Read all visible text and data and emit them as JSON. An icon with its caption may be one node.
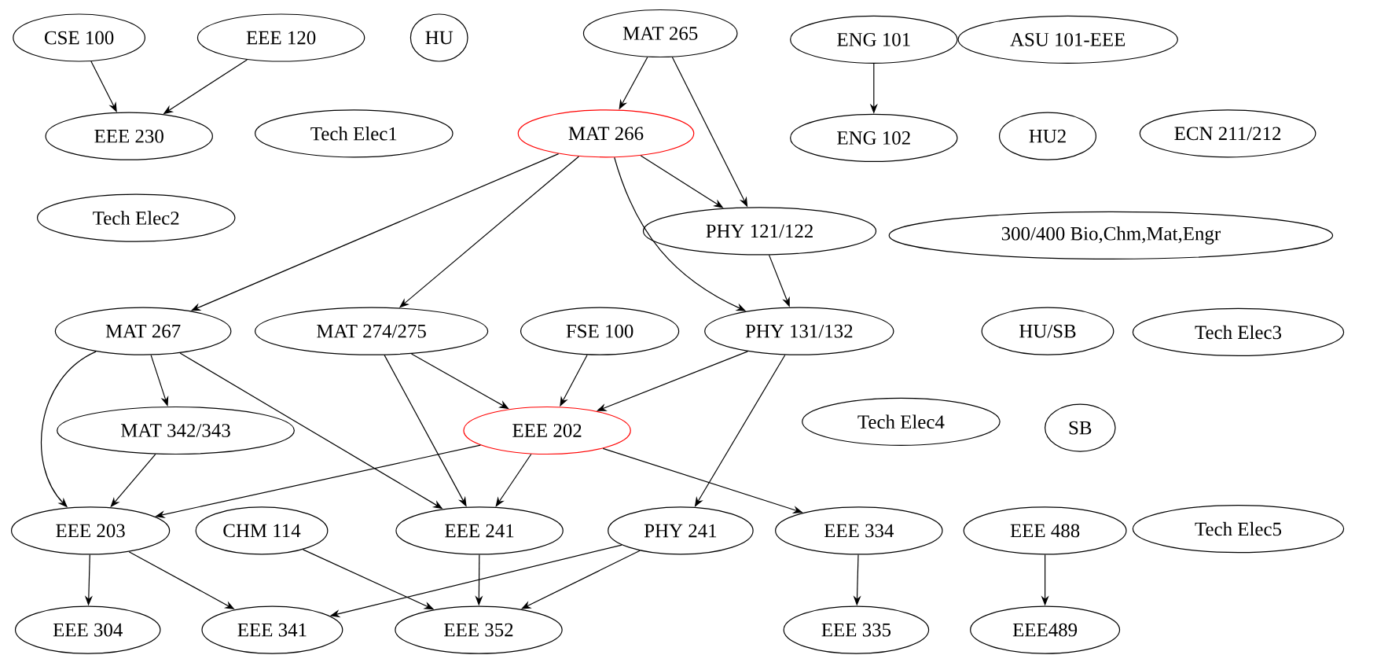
{
  "diagram": {
    "nodes": [
      {
        "text": [
          "CSE 100"
        ]
      },
      {
        "text": [
          "EEE 120"
        ]
      },
      {
        "text": [
          "HU"
        ]
      },
      {
        "text": [
          "MAT 265"
        ]
      },
      {
        "text": [
          "ENG 101"
        ]
      },
      {
        "text": [
          "ASU 101-EEE"
        ]
      },
      {
        "text": [
          "EEE 230"
        ]
      },
      {
        "text": [
          "Tech Elec1"
        ]
      },
      {
        "text": [
          "MAT 266"
        ]
      },
      {
        "text": [
          "ENG 102"
        ]
      },
      {
        "text": [
          "HU2"
        ]
      },
      {
        "text": [
          "ECN 211/212"
        ]
      },
      {
        "text": [
          "Tech Elec2"
        ]
      },
      {
        "text": [
          "PHY 121/122"
        ]
      },
      {
        "text": [
          "300/400 Bio,Chm,Mat,Engr"
        ]
      },
      {
        "text": [
          "MAT 267"
        ]
      },
      {
        "text": [
          "MAT 274/275"
        ]
      },
      {
        "text": [
          "FSE 100"
        ]
      },
      {
        "text": [
          "PHY 131/132"
        ]
      },
      {
        "text": [
          "HU/SB"
        ]
      },
      {
        "text": [
          "Tech Elec3"
        ]
      },
      {
        "text": [
          "MAT 342/343"
        ]
      },
      {
        "text": [
          "EEE 202"
        ]
      },
      {
        "text": [
          "Tech Elec4"
        ]
      },
      {
        "text": [
          "SB"
        ]
      },
      {
        "text": [
          "EEE 203"
        ]
      },
      {
        "text": [
          "CHM 114"
        ]
      },
      {
        "text": [
          "EEE 241"
        ]
      },
      {
        "text": [
          "PHY 241"
        ]
      },
      {
        "text": [
          "EEE 334"
        ]
      },
      {
        "text": [
          "EEE 488"
        ]
      },
      {
        "text": [
          "Tech Elec5"
        ]
      },
      {
        "text": [
          "EEE 304"
        ]
      },
      {
        "text": [
          "EEE 341"
        ]
      },
      {
        "text": [
          "EEE 352"
        ]
      },
      {
        "text": [
          "EEE 335"
        ]
      },
      {
        "text": [
          "EEE489"
        ]
      }
    ],
    "edges": [
      {
        "from": 0,
        "to": 6,
        "arrow": "to"
      },
      {
        "from": 1,
        "to": 6,
        "arrow": "to"
      },
      {
        "from": 3,
        "to": 8,
        "arrow": "to"
      },
      {
        "from": 3,
        "to": 13,
        "arrow": "to"
      },
      {
        "from": 4,
        "to": 9,
        "arrow": "to"
      },
      {
        "from": 8,
        "to": 13,
        "arrow": "to"
      },
      {
        "from": 8,
        "to": 15,
        "arrow": "to"
      },
      {
        "from": 8,
        "to": 16,
        "arrow": "to"
      },
      {
        "from": 8,
        "to": 18,
        "arrow": "to"
      },
      {
        "from": 13,
        "to": 18,
        "arrow": "to"
      },
      {
        "from": 15,
        "to": 21,
        "arrow": "to"
      },
      {
        "from": 15,
        "to": 25,
        "arrow": "to"
      },
      {
        "from": 15,
        "to": 27,
        "arrow": "to"
      },
      {
        "from": 16,
        "to": 22,
        "arrow": "to"
      },
      {
        "from": 16,
        "to": 27,
        "arrow": "to"
      },
      {
        "from": 17,
        "to": 22,
        "arrow": "to"
      },
      {
        "from": 18,
        "to": 22,
        "arrow": "to"
      },
      {
        "from": 18,
        "to": 28,
        "arrow": "to"
      },
      {
        "from": 21,
        "to": 25,
        "arrow": "to"
      },
      {
        "from": 22,
        "to": 25,
        "arrow": "to"
      },
      {
        "from": 22,
        "to": 27,
        "arrow": "to"
      },
      {
        "from": 22,
        "to": 29,
        "arrow": "to"
      },
      {
        "from": 25,
        "to": 32,
        "arrow": "to"
      },
      {
        "from": 25,
        "to": 33,
        "arrow": "to"
      },
      {
        "from": 26,
        "to": 34,
        "arrow": "to"
      },
      {
        "from": 27,
        "to": 34,
        "arrow": "to"
      },
      {
        "from": 28,
        "to": 33,
        "arrow": "to"
      },
      {
        "from": 28,
        "to": 34,
        "arrow": "to"
      },
      {
        "from": 29,
        "to": 35,
        "arrow": "to"
      },
      {
        "from": 30,
        "to": 36,
        "arrow": "to"
      }
    ]
  }
}
